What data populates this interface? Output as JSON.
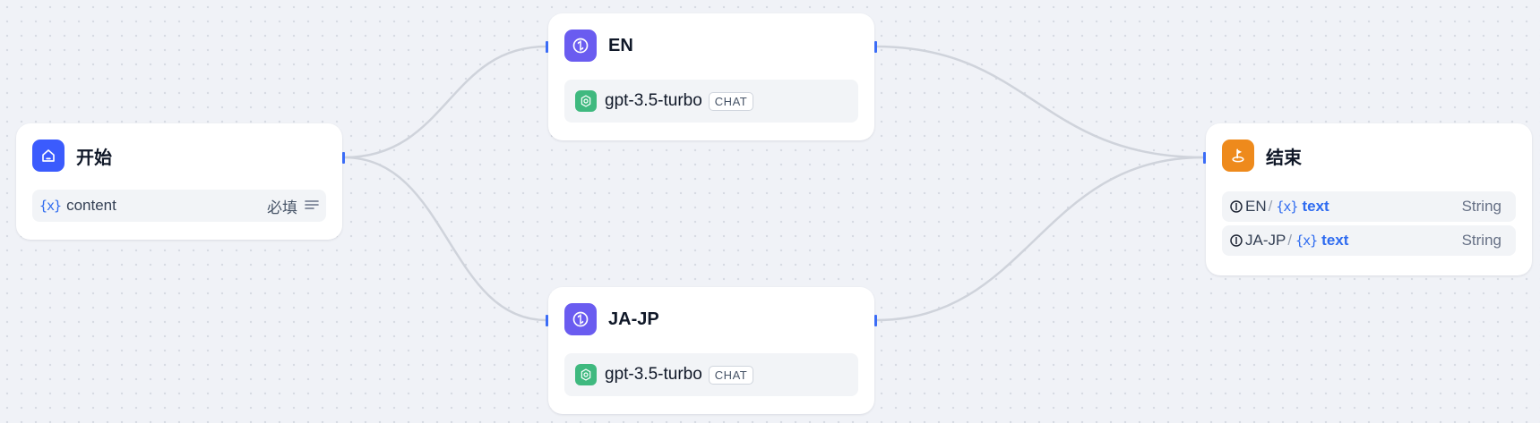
{
  "canvas": {
    "background": "#f0f2f7",
    "edge_color": "#cfd3db",
    "handle_color": "#3b6cf6"
  },
  "nodes": {
    "start": {
      "title": "开始",
      "icon": "home-icon",
      "icon_color": "#3b5bfd",
      "variable": {
        "icon": "{x}",
        "name": "content",
        "required_label": "必填",
        "type_icon": "paragraph-lines-icon"
      }
    },
    "en": {
      "title": "EN",
      "icon": "llm-brain-icon",
      "icon_color": "#6a5cf0",
      "model": {
        "icon": "openai-logo-icon",
        "name": "gpt-3.5-turbo",
        "mode_badge": "CHAT"
      }
    },
    "ja": {
      "title": "JA-JP",
      "icon": "llm-brain-icon",
      "icon_color": "#6a5cf0",
      "model": {
        "icon": "openai-logo-icon",
        "name": "gpt-3.5-turbo",
        "mode_badge": "CHAT"
      }
    },
    "end": {
      "title": "结束",
      "icon": "flag-end-icon",
      "icon_color": "#ee8a1c",
      "outputs": [
        {
          "node": "EN",
          "var_icon": "{x}",
          "var": "text",
          "type": "String"
        },
        {
          "node": "JA-JP",
          "var_icon": "{x}",
          "var": "text",
          "type": "String"
        }
      ]
    }
  },
  "edges": [
    {
      "from": "start",
      "to": "en"
    },
    {
      "from": "start",
      "to": "ja"
    },
    {
      "from": "en",
      "to": "end"
    },
    {
      "from": "ja",
      "to": "end"
    }
  ]
}
